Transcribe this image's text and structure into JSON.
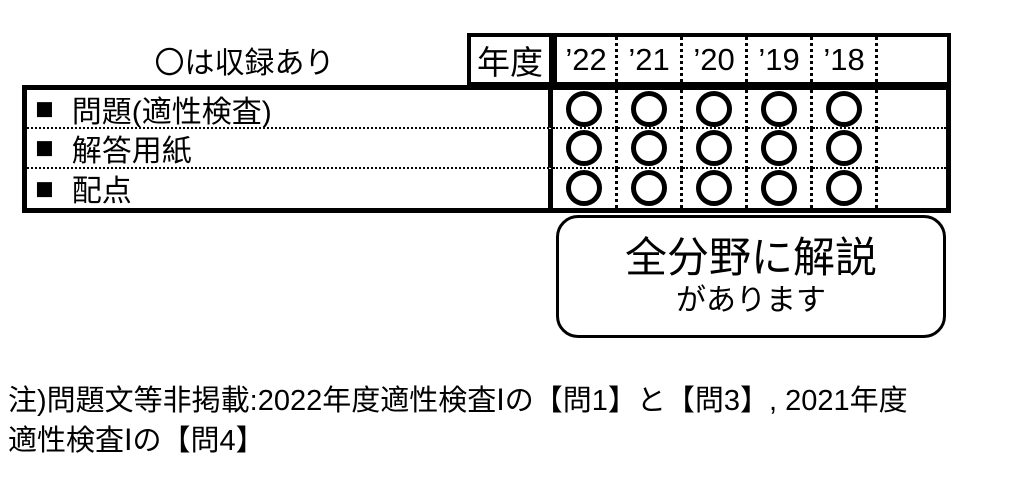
{
  "legend": {
    "text": "〇は収録あり"
  },
  "header": {
    "year_label": "年度",
    "years": [
      "’22",
      "’21",
      "’20",
      "’19",
      "’18",
      ""
    ]
  },
  "table": {
    "rows": [
      {
        "bullet": "■",
        "label": "問題(適性検査)",
        "marks": [
          "〇",
          "〇",
          "〇",
          "〇",
          "〇",
          ""
        ]
      },
      {
        "bullet": "■",
        "label": "解答用紙",
        "marks": [
          "〇",
          "〇",
          "〇",
          "〇",
          "〇",
          ""
        ]
      },
      {
        "bullet": "■",
        "label": "配点",
        "marks": [
          "〇",
          "〇",
          "〇",
          "〇",
          "〇",
          ""
        ]
      }
    ]
  },
  "callout": {
    "line1": "全分野に解説",
    "line2": "があります"
  },
  "note": {
    "line1": "注)問題文等非掲載:2022年度適性検査Ⅰの【問1】と【問3】, 2021年度",
    "line2": "適性検査Ⅰの【問4】"
  },
  "colors": {
    "ink": "#000000",
    "background": "#ffffff"
  }
}
